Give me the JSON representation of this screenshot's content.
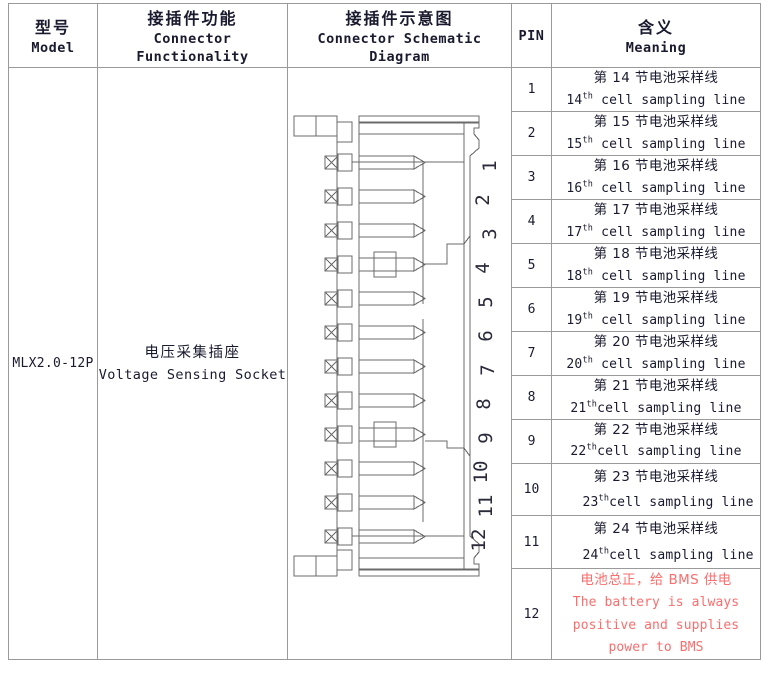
{
  "table": {
    "headers": [
      {
        "zh": "型号",
        "en": "Model",
        "name": "model"
      },
      {
        "zh": "接插件功能",
        "en": "Connector  Functionality",
        "name": "connector-functionality"
      },
      {
        "zh": "接插件示意图",
        "en": "Connector  Schematic  Diagram",
        "name": "connector-schematic-diagram"
      },
      {
        "zh": "",
        "en": "PIN",
        "name": "pin"
      },
      {
        "zh": "含义",
        "en": "Meaning",
        "name": "meaning"
      }
    ],
    "model": "MLX2.0-12P",
    "function": {
      "zh": "电压采集插座",
      "en": "Voltage  Sensing  Socket"
    },
    "rows": [
      {
        "pin": "1",
        "zh": "第 14 节电池采样线",
        "en_num": "14",
        "en_sup": "th",
        "en_rest": " cell sampling line"
      },
      {
        "pin": "2",
        "zh": "第 15 节电池采样线",
        "en_num": "15",
        "en_sup": "th",
        "en_rest": " cell  sampling line"
      },
      {
        "pin": "3",
        "zh": "第 16 节电池采样线",
        "en_num": "16",
        "en_sup": "th",
        "en_rest": " cell  sampling line"
      },
      {
        "pin": "4",
        "zh": "第 17 节电池采样线",
        "en_num": "17",
        "en_sup": "th",
        "en_rest": " cell sampling line"
      },
      {
        "pin": "5",
        "zh": "第 18 节电池采样线",
        "en_num": "18",
        "en_sup": "th",
        "en_rest": " cell  sampling line"
      },
      {
        "pin": "6",
        "zh": "第 19 节电池采样线",
        "en_num": "19",
        "en_sup": "th",
        "en_rest": " cell  sampling line"
      },
      {
        "pin": "7",
        "zh": "第 20 节电池采样线",
        "en_num": "20",
        "en_sup": "th",
        "en_rest": " cell  sampling line"
      },
      {
        "pin": "8",
        "zh": "第 21 节电池采样线",
        "en_num": "21",
        "en_sup": "th",
        "en_rest": "cell sampling line"
      },
      {
        "pin": "9",
        "zh": "第 22 节电池采样线",
        "en_num": "22",
        "en_sup": "th",
        "en_rest": "cell sampling line"
      },
      {
        "pin": "10",
        "zh": "第 23 节电池采样线",
        "en_num": "23",
        "en_sup": "th",
        "en_rest": "cell sampling line",
        "inline": true
      },
      {
        "pin": "11",
        "zh": "第 24 节电池采样线",
        "en_num": "24",
        "en_sup": "th",
        "en_rest": "cell sampling line",
        "inline": true
      },
      {
        "pin": "12",
        "zh": "电池总正，给 BMS 供电",
        "en_num": "",
        "en_sup": "",
        "en_rest": "The battery is always positive and supplies power to BMS",
        "alert": true
      }
    ]
  },
  "diagram": {
    "pin_labels": [
      "1",
      "2",
      "3",
      "4",
      "5",
      "6",
      "7",
      "8",
      "9",
      "10",
      "11",
      "12"
    ],
    "pin_count": 12,
    "keyed_positions": [
      4,
      9
    ],
    "line_color": "#6b6b6b",
    "terminal_marker": "crossed-box"
  },
  "colors": {
    "border": "#9a9a9a",
    "text": "#1a1a2e",
    "alert": "#fc6d6d",
    "drawing": "#6b6b6b"
  }
}
